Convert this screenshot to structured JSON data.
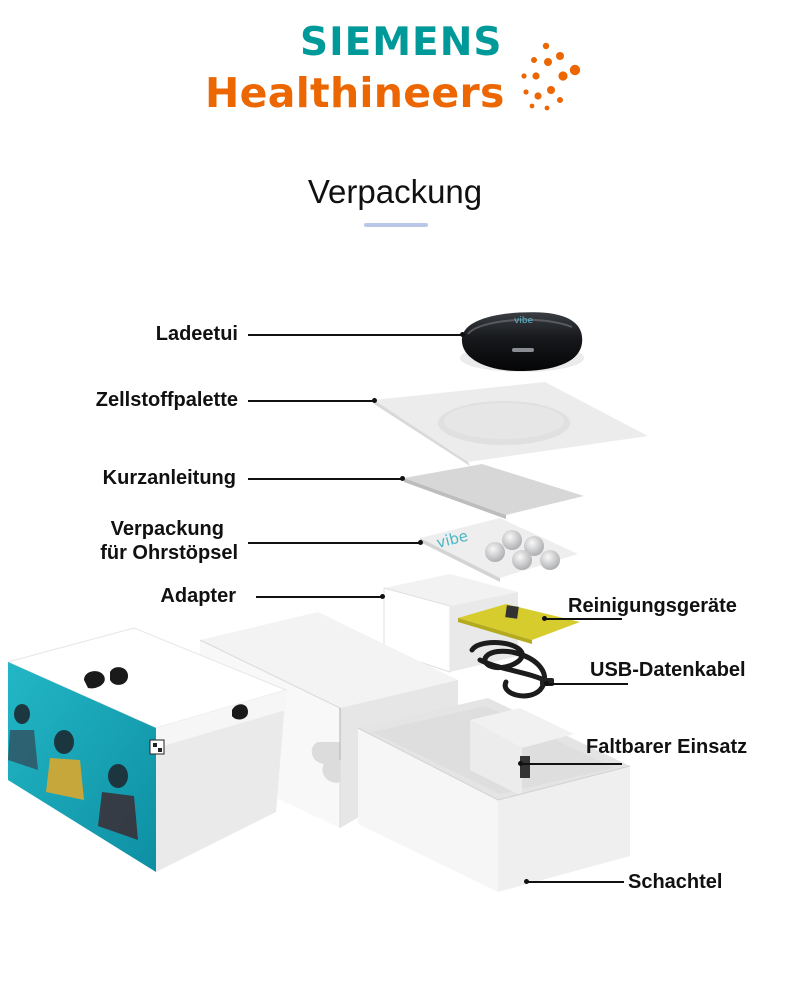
{
  "brand": {
    "line1": "SIEMENS",
    "line2": "Healthineers",
    "colors": {
      "teal": "#009999",
      "orange": "#EC6602"
    }
  },
  "title": "Verpackung",
  "labels": {
    "charging_case": "Ladeetui",
    "pulp_tray": "Zellstoffpalette",
    "quick_guide": "Kurzanleitung",
    "eartip_pack_line1": "Verpackung",
    "eartip_pack_line2": "für Ohrstöpsel",
    "adapter": "Adapter",
    "cleaning_tools": "Reinigungsgeräte",
    "usb_cable": "USB-Datenkabel",
    "foldable_insert": "Faltbarer Einsatz",
    "box": "Schachtel"
  },
  "product_text": {
    "case_logo": "vibe",
    "blister_logo": "vibe"
  }
}
